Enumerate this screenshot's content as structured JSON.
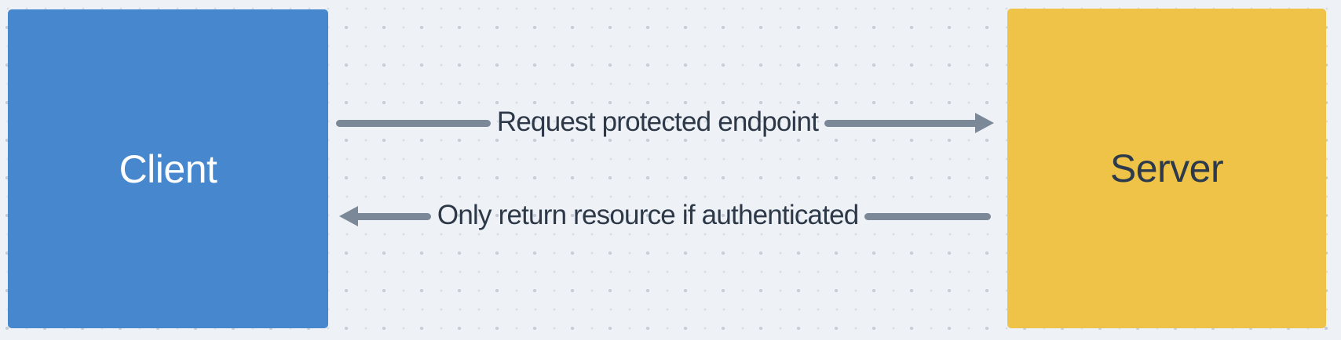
{
  "canvas": {
    "background_color": "#eef1f5",
    "dot_color_small": "#d8dde5",
    "dot_color_large": "#c7ced9"
  },
  "nodes": {
    "client": {
      "label": "Client",
      "fill": "#4687cd",
      "text_color": "#ffffff"
    },
    "server": {
      "label": "Server",
      "fill": "#eec347",
      "text_color": "#2d3a4c"
    }
  },
  "arrows": {
    "request": {
      "label": "Request protected endpoint",
      "direction": "right",
      "color": "#7b8898",
      "text_color": "#2d3948"
    },
    "response": {
      "label": "Only return resource if authenticated",
      "direction": "left",
      "color": "#7b8898",
      "text_color": "#2d3948"
    }
  }
}
